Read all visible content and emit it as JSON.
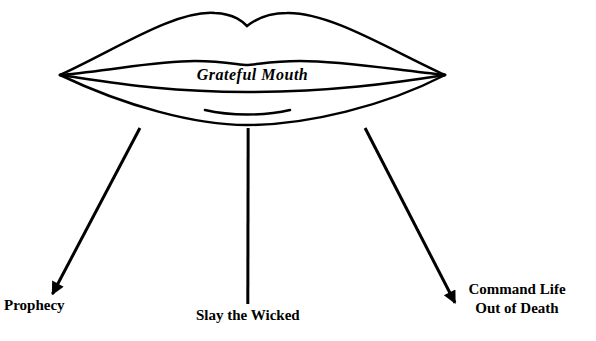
{
  "diagram": {
    "nodes": [
      {
        "text": [
          "Grateful Mouth"
        ]
      },
      {
        "text": [
          "Prophecy"
        ]
      },
      {
        "text": [
          "Slay the Wicked"
        ]
      },
      {
        "text": [
          "Command Life Out of Death"
        ]
      }
    ],
    "edges": [
      {
        "from": 0,
        "to": 1,
        "arrow": "to"
      },
      {
        "from": 0,
        "to": 2,
        "arrow": "none"
      },
      {
        "from": 0,
        "to": 3,
        "arrow": "to"
      }
    ]
  }
}
